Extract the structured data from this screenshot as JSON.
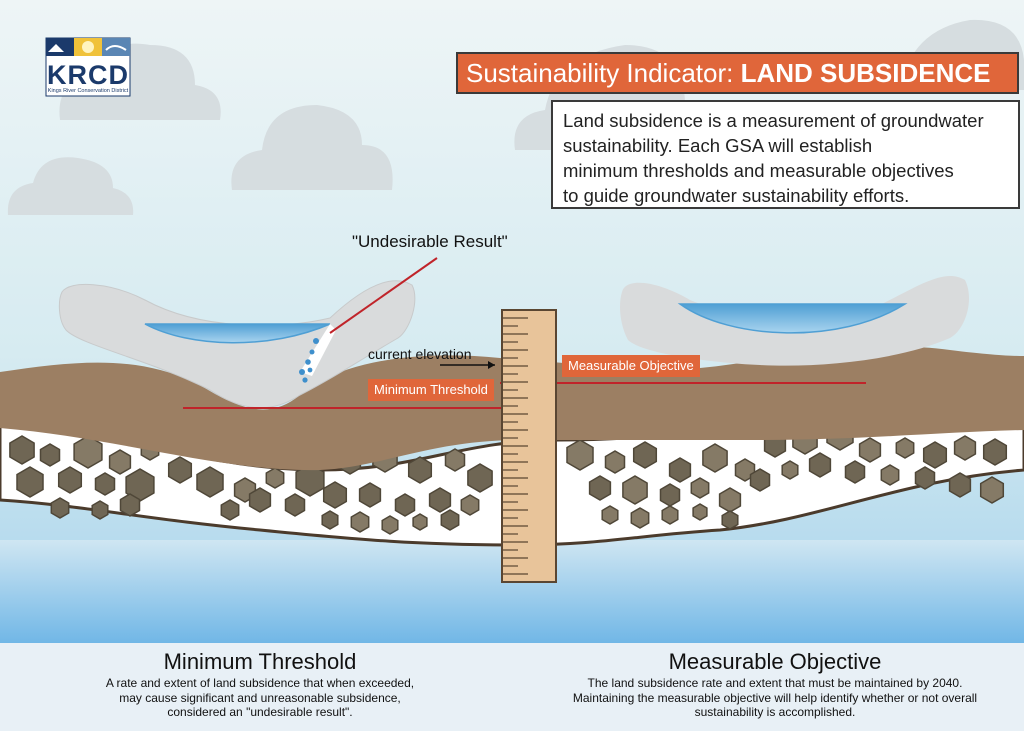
{
  "logo": {
    "text": "KRCD",
    "subtext": "Kings River Conservation District"
  },
  "title": {
    "prefix": "Sustainability Indicator: ",
    "emphasis": "LAND SUBSIDENCE"
  },
  "description": {
    "lines": [
      "Land subsidence is a measurement of groundwater",
      "sustainability. Each GSA will establish",
      "minimum thresholds and measurable objectives",
      "to guide groundwater sustainability efforts."
    ]
  },
  "diagram": {
    "undesirable_result_label": "\"Undesirable Result\"",
    "current_elevation_label": "current elevation",
    "minimum_threshold_tag": "Minimum Threshold",
    "measurable_objective_tag": "Measurable Objective",
    "colors": {
      "orange": "#e0663a",
      "soil": "#9c7f63",
      "rock": "#6e6453",
      "water": "#6aaedc",
      "ruler": "#e8c49a",
      "red_line": "#c0242a"
    }
  },
  "definitions": {
    "minimum_threshold": {
      "heading": "Minimum Threshold",
      "lines": [
        "A rate and extent of land subsidence that when exceeded,",
        "may cause significant and unreasonable subsidence,",
        "considered an \"undesirable result\"."
      ]
    },
    "measurable_objective": {
      "heading": "Measurable Objective",
      "lines": [
        "The land subsidence rate and extent that must be maintained by 2040.",
        "Maintaining the measurable objective will help identify whether or not overall",
        "sustainability is accomplished."
      ]
    }
  }
}
